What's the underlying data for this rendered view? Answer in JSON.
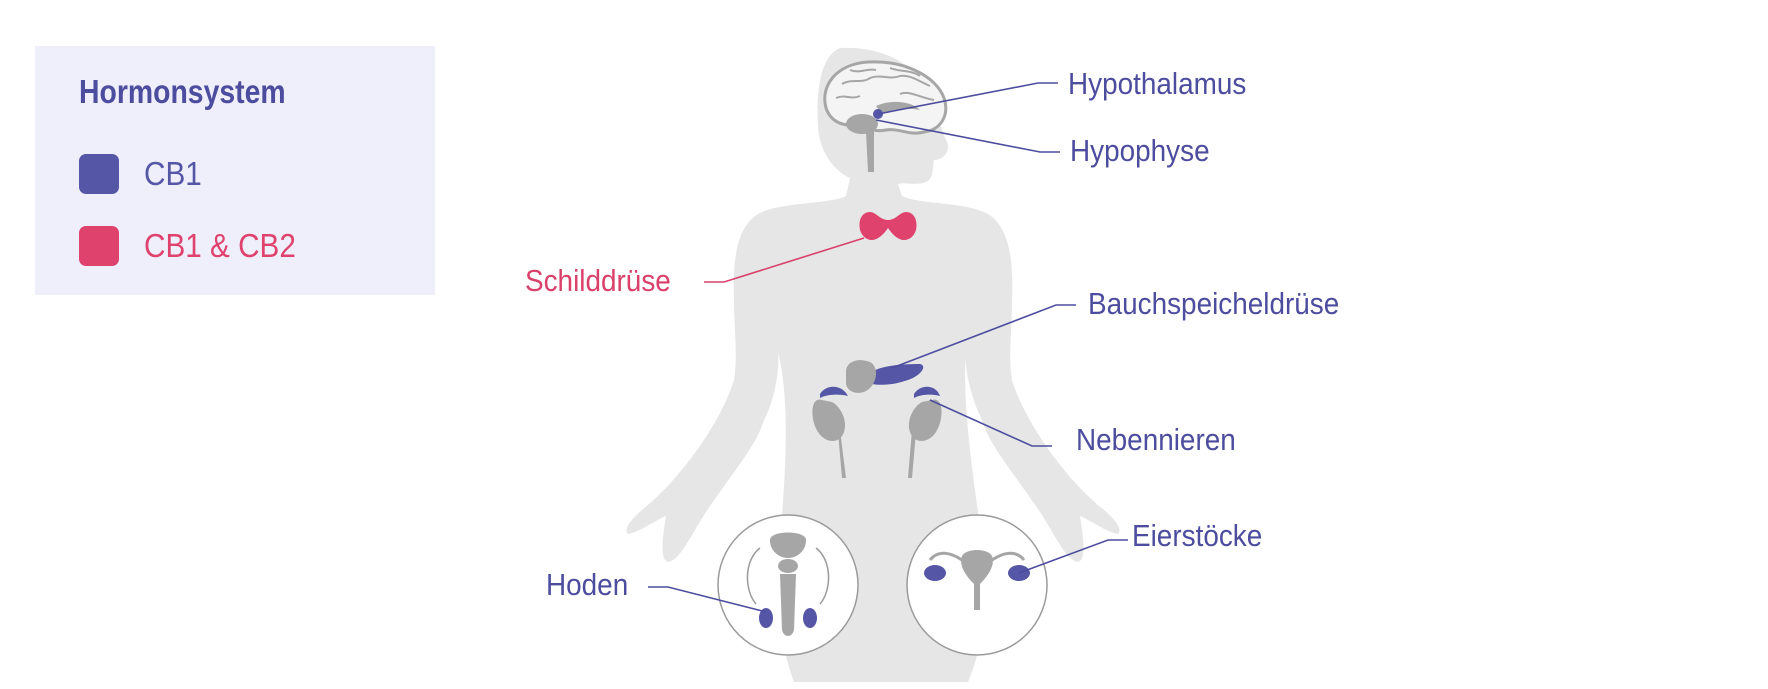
{
  "legend": {
    "title": "Hormonsystem",
    "items": [
      {
        "label": "CB1",
        "color": "#5556a6"
      },
      {
        "label": "CB1 & CB2",
        "color": "#e0426e"
      }
    ]
  },
  "organs": {
    "hypothalamus": "Hypothalamus",
    "hypophyse": "Hypophyse",
    "schilddruese": "Schilddrüse",
    "bauchspeicheldruese": "Bauchspeicheldrüse",
    "nebennieren": "Nebennieren",
    "eierstoecke": "Eierstöcke",
    "hoden": "Hoden"
  },
  "colors": {
    "cb1": "#5556a6",
    "cb1_cb2": "#e0426e",
    "body": "#e6e6e6",
    "organ_gray": "#a6a6a6",
    "label_blue": "#4d4d9f",
    "label_pink": "#d9406a",
    "legend_bg": "#efeffc"
  }
}
